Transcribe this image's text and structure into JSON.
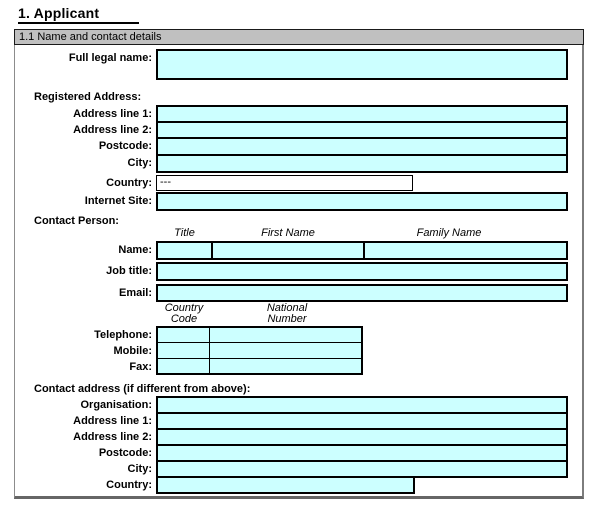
{
  "document": {
    "title": "1. Applicant",
    "section_header": "1.1 Name and contact details"
  },
  "applicant": {
    "full_legal_name": {
      "label": "Full legal name:",
      "value": ""
    },
    "registered_address": {
      "heading": "Registered Address:",
      "address_line_1": {
        "label": "Address line 1:",
        "value": ""
      },
      "address_line_2": {
        "label": "Address line 2:",
        "value": ""
      },
      "postcode": {
        "label": "Postcode:",
        "value": ""
      },
      "city": {
        "label": "City:",
        "value": ""
      },
      "country": {
        "label": "Country:",
        "value": "---"
      },
      "internet_site": {
        "label": "Internet Site:",
        "value": ""
      }
    },
    "contact_person": {
      "heading": "Contact Person:",
      "name": {
        "label": "Name:",
        "column_headers": [
          "Title",
          "First Name",
          "Family Name"
        ],
        "values": [
          "",
          "",
          ""
        ]
      },
      "job_title": {
        "label": "Job title:",
        "value": ""
      },
      "email": {
        "label": "Email:",
        "value": ""
      },
      "phone_headers": {
        "country_code": [
          "Country",
          "Code"
        ],
        "national_number": [
          "National",
          "Number"
        ]
      },
      "telephone": {
        "label": "Telephone:",
        "country_code": "",
        "national_number": ""
      },
      "mobile": {
        "label": "Mobile:",
        "country_code": "",
        "national_number": ""
      },
      "fax": {
        "label": "Fax:",
        "country_code": "",
        "national_number": ""
      }
    },
    "contact_address": {
      "heading": "Contact address (if different from above):",
      "organisation": {
        "label": "Organisation:",
        "value": ""
      },
      "address_line_1": {
        "label": "Address line 1:",
        "value": ""
      },
      "address_line_2": {
        "label": "Address line 2:",
        "value": ""
      },
      "postcode": {
        "label": "Postcode:",
        "value": ""
      },
      "city": {
        "label": "City:",
        "value": ""
      },
      "country": {
        "label": "Country:",
        "value": ""
      }
    }
  },
  "colors": {
    "field_fill": "#CCFFFF",
    "section_header_bg": "#C0C0C0",
    "field_border": "#000000",
    "box_border": "#7d7d7d"
  }
}
